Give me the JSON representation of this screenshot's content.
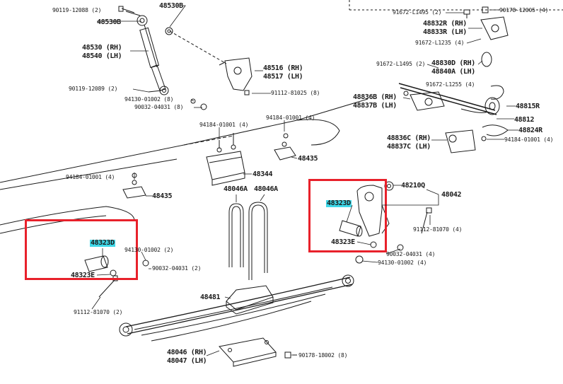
{
  "colors": {
    "highlight_box": "#e8212b",
    "highlight_fill": "#3fd8e8",
    "line": "#1a1a1a"
  },
  "labels": {
    "p90119_12088": "90119-12088 (2)",
    "p48530b": "48530B",
    "p48530b_2": "48530B",
    "p48530": "48530 (RH)",
    "p48540": "48540 (LH)",
    "p48516": "48516 (RH)",
    "p48517": "48517 (LH)",
    "p90119_12089": "90119-12089 (2)",
    "p91112_81025": "91112-81025 (8)",
    "p94130_01002_top": "94130-01002 (8)",
    "p90032_04031_top": "90032-04031 (8)",
    "p94184_a": "94184-01001 (4)",
    "p94184_b": "94184-01001 (4)",
    "p48344": "48344",
    "p48435_top": "48435",
    "p94184_left": "94184-01001 (4)",
    "p48435_left": "48435",
    "p48046a": "48046A",
    "p48046a_2": "48046A",
    "p48323d_left": "48323D",
    "p94130_01002_left": "94130-01002 (2)",
    "p90032_04031_left": "90032-04031 (2)",
    "p48323e_left": "48323E",
    "p91112_81070_left": "91112-81070 (2)",
    "p48481": "48481",
    "p48046": "48046 (RH)",
    "p48047": "48047 (LH)",
    "p90178_18002": "90178-18002 (8)",
    "p91672_l1495": "91672-L1495 (2)",
    "p90178_12005": "90178-12005 (4)",
    "p48832r": "48832R (RH)",
    "p48833r": "48833R (LH)",
    "p91672_l1235_top": "91672-L1235 (4)",
    "p91672_l1495_b": "91672-L1495 (2)",
    "p48830d": "48830D (RH)",
    "p48840a": "48840A (LH)",
    "p91672_l1255": "91672-L1255 (4)",
    "p48836b": "48836B (RH)",
    "p48837b": "48837B (LH)",
    "p48815r": "48815R",
    "p48812": "48812",
    "p48824r": "48824R",
    "p48836c": "48836C (RH)",
    "p48837c": "48837C (LH)",
    "p94184_right": "94184-01001 (4)",
    "p48210q": "48210Q",
    "p48042": "48042",
    "p48323d_right": "48323D",
    "p48323e_right": "48323E",
    "p91112_81070_right": "91112-81070 (4)",
    "p90032_04031_right": "90032-04031 (4)",
    "p94130_01002_right": "94130-01002 (4)"
  }
}
